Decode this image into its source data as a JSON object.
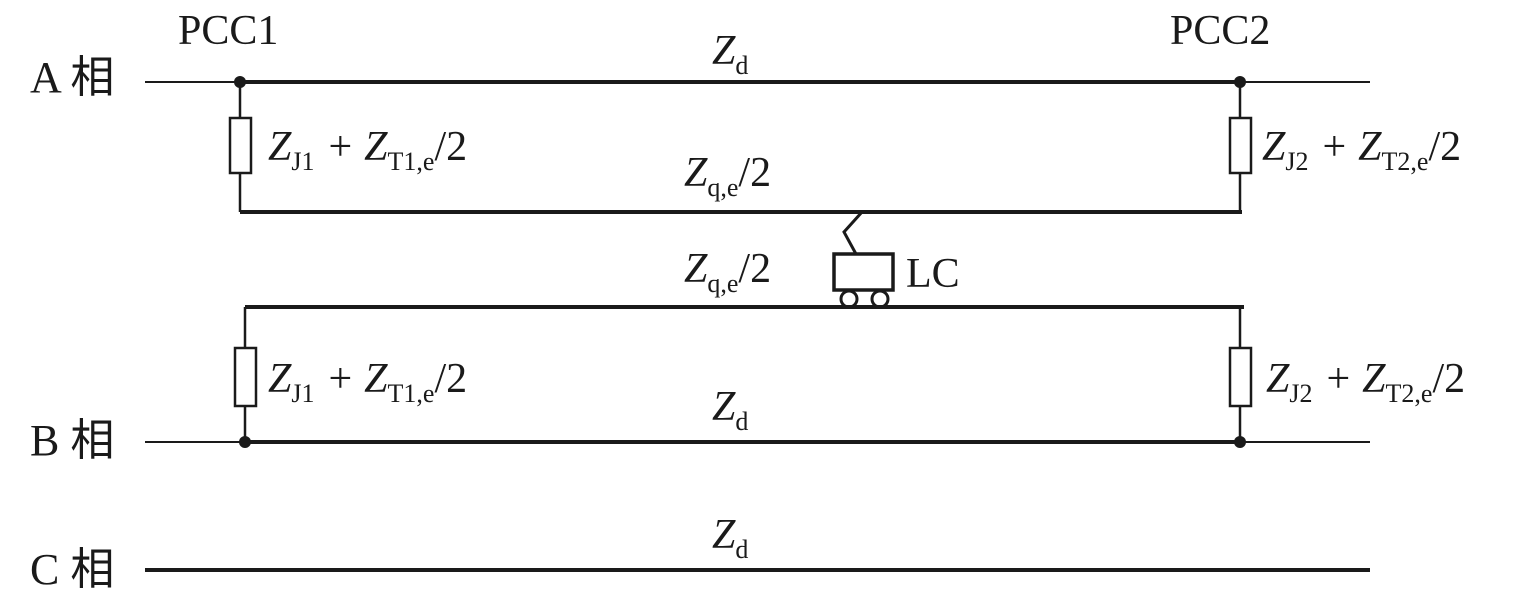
{
  "phases": {
    "a": "A 相",
    "b": "B 相",
    "c": "C 相"
  },
  "pcc": {
    "left": "PCC1",
    "right": "PCC2"
  },
  "impedance": {
    "symbol": "Z",
    "d_sub": "d",
    "plus": "+",
    "half": "/2",
    "j1_sub": "J1",
    "j2_sub": "J2",
    "t1_sub": "T1,e",
    "t2_sub": "T2,e",
    "q_sub": "q,e"
  },
  "locomotive": "LC"
}
